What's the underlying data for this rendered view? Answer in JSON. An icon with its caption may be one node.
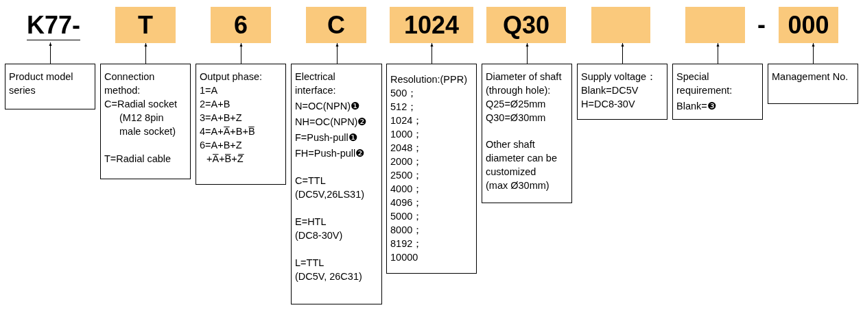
{
  "diagram": {
    "nodes": [
      {
        "text": [
          "K77-"
        ]
      },
      {
        "text": [
          "T"
        ]
      },
      {
        "text": [
          "6"
        ]
      },
      {
        "text": [
          "C"
        ]
      },
      {
        "text": [
          "1024"
        ]
      },
      {
        "text": [
          "Q30"
        ]
      },
      {
        "text": [],
        "shape": "box"
      },
      {
        "text": [],
        "shape": "box"
      },
      {
        "text": [
          "000"
        ]
      },
      {
        "text": [
          "Product model series"
        ]
      },
      {
        "text": [
          "Connection method:",
          "C=Radial socket",
          "(M12 8pin male socket)",
          "T=Radial cable"
        ]
      },
      {
        "text": [
          "Output phase:",
          "1=A",
          "2=A+B",
          "3=A+B+Z",
          "4=A+A̅+B+B̅",
          "6=A+B+Z",
          "+A̅+B̅+Z̅"
        ]
      },
      {
        "text": [
          "Electrical interface:",
          "N=OC(NPN)❶",
          "NH=OC(NPN)❷",
          "F=Push-pull❶",
          "FH=Push-pull❷",
          "C=TTL",
          "(DC5V,26LS31)",
          "E=HTL",
          "(DC8-30V)",
          "L=TTL",
          "(DC5V, 26C31)"
        ]
      },
      {
        "text": [
          "Resolution:(PPR)",
          "500；",
          "512；",
          "1024；",
          "1000；",
          "2048；",
          "2000；",
          "2500；",
          "4000；",
          "4096；",
          "5000；",
          "8000；",
          "8192；",
          "10000"
        ]
      },
      {
        "text": [
          "Diameter of shaft (through hole):",
          "Q25=Ø25mm",
          "Q30=Ø30mm",
          "Other shaft diameter can be customized",
          "(max Ø30mm)"
        ]
      },
      {
        "text": [
          "Supply voltage：",
          "Blank=DC5V",
          "H=DC8-30V"
        ]
      },
      {
        "text": [
          "Special requirement:",
          "Blank=❸"
        ]
      },
      {
        "text": [
          "Management No."
        ]
      }
    ],
    "edges": [
      {
        "from": 9,
        "to": 0,
        "arrow": "to"
      },
      {
        "from": 10,
        "to": 1,
        "arrow": "to"
      },
      {
        "from": 11,
        "to": 2,
        "arrow": "to"
      },
      {
        "from": 12,
        "to": 3,
        "arrow": "to"
      },
      {
        "from": 13,
        "to": 4,
        "arrow": "to"
      },
      {
        "from": 14,
        "to": 5,
        "arrow": "to"
      },
      {
        "from": 15,
        "to": 6,
        "arrow": "to"
      },
      {
        "from": 16,
        "to": 7,
        "arrow": "to"
      },
      {
        "from": 17,
        "to": 8,
        "arrow": "to"
      }
    ],
    "labels": [
      "-"
    ]
  }
}
